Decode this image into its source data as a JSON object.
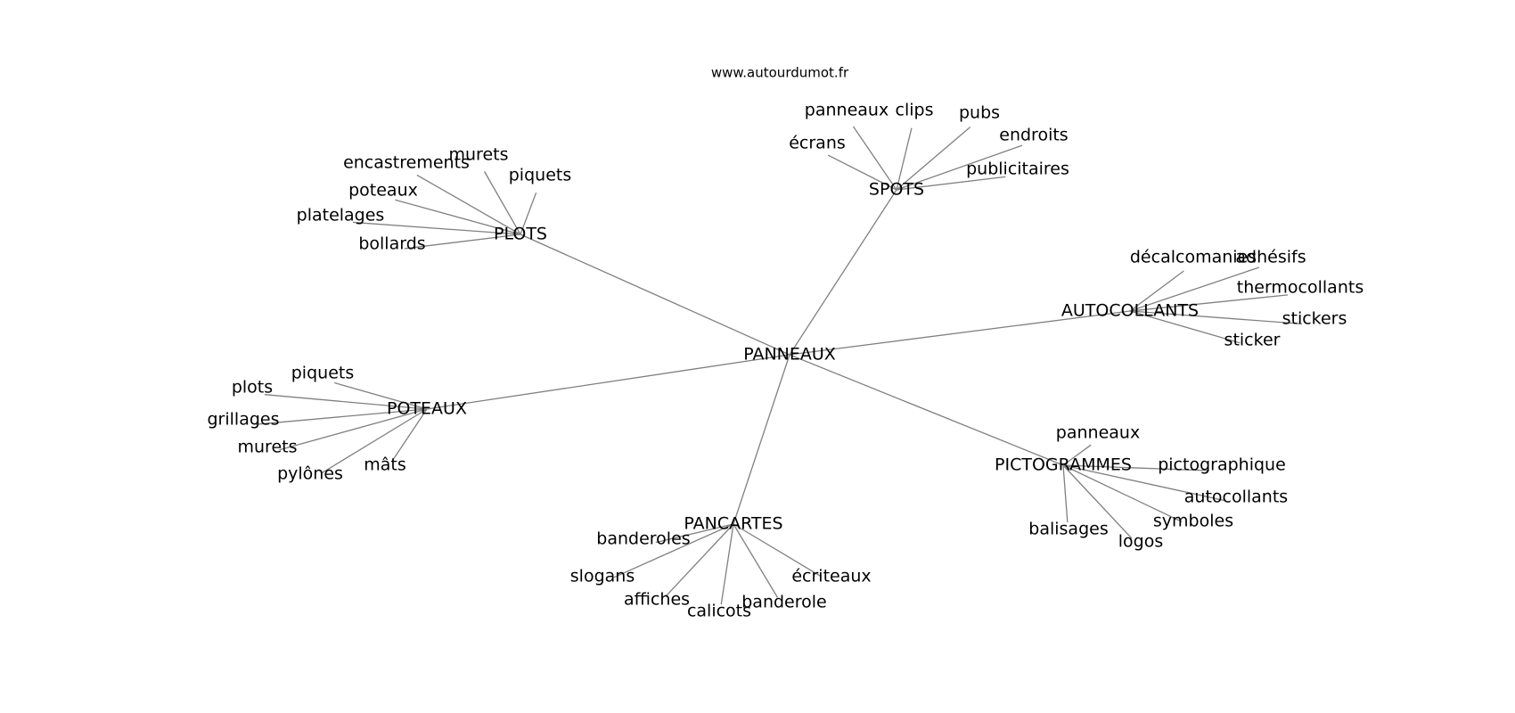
{
  "watermark": "www.autourdumot.fr",
  "graph": {
    "center": "PANNEAUX",
    "clusters": [
      {
        "hub": "SPOTS",
        "leaves": [
          "panneaux",
          "clips",
          "pubs",
          "endroits",
          "écrans",
          "publicitaires"
        ]
      },
      {
        "hub": "PLOTS",
        "leaves": [
          "encastrements",
          "murets",
          "piquets",
          "poteaux",
          "platelages",
          "bollards"
        ]
      },
      {
        "hub": "AUTOCOLLANTS",
        "leaves": [
          "décalcomanies",
          "adhésifs",
          "thermocollants",
          "stickers",
          "sticker"
        ]
      },
      {
        "hub": "POTEAUX",
        "leaves": [
          "piquets",
          "plots",
          "grillages",
          "murets",
          "pylônes",
          "mâts"
        ]
      },
      {
        "hub": "PICTOGRAMMES",
        "leaves": [
          "panneaux",
          "pictographique",
          "autocollants",
          "symboles",
          "balisages",
          "logos"
        ]
      },
      {
        "hub": "PANCARTES",
        "leaves": [
          "banderoles",
          "slogans",
          "affiches",
          "calicots",
          "banderole",
          "écriteaux"
        ]
      }
    ]
  }
}
